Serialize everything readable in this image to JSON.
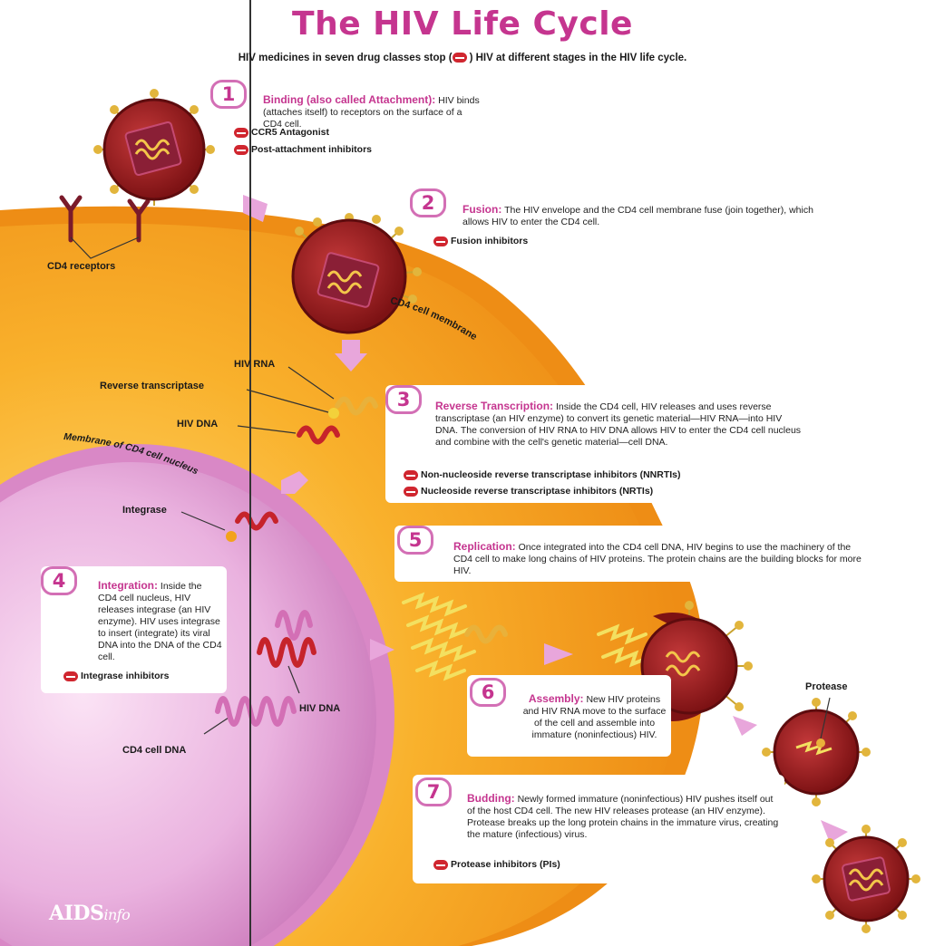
{
  "header": {
    "title": "The HIV Life Cycle",
    "subtitle_pre": "HIV medicines in seven drug classes stop (",
    "subtitle_post": ") HIV at different stages in the HIV life cycle."
  },
  "steps": [
    {
      "number": "1",
      "title": "Binding (also called Attachment):",
      "text": "HIV binds (attaches itself) to receptors on the surface of a CD4 cell.",
      "inhibitors": [
        "CCR5 Antagonist",
        "Post-attachment inhibitors"
      ]
    },
    {
      "number": "2",
      "title": "Fusion:",
      "text": "The HIV envelope and the CD4 cell membrane fuse (join together), which allows HIV to enter the CD4 cell.",
      "inhibitors": [
        "Fusion inhibitors"
      ]
    },
    {
      "number": "3",
      "title": "Reverse Transcription:",
      "text": "Inside the CD4 cell, HIV releases and uses reverse transcriptase (an HIV enzyme) to convert its genetic material—HIV RNA—into HIV DNA. The conversion of HIV RNA to HIV DNA allows HIV to enter the CD4 cell nucleus and combine with the cell's genetic material—cell DNA.",
      "inhibitors": [
        "Non-nucleoside reverse transcriptase inhibitors (NNRTIs)",
        "Nucleoside reverse transcriptase inhibitors (NRTIs)"
      ]
    },
    {
      "number": "4",
      "title": "Integration:",
      "text": "Inside the CD4 cell nucleus, HIV releases integrase (an HIV enzyme). HIV uses integrase to insert (integrate) its viral DNA into the DNA of the CD4 cell.",
      "inhibitors": [
        "Integrase inhibitors"
      ]
    },
    {
      "number": "5",
      "title": "Replication:",
      "text": "Once integrated into the CD4 cell DNA, HIV begins to use the machinery of the CD4 cell to make long chains of HIV proteins. The protein chains are the building blocks for more HIV.",
      "inhibitors": []
    },
    {
      "number": "6",
      "title": "Assembly:",
      "text": "New HIV proteins and HIV RNA move to the surface of the cell and assemble into immature (noninfectious) HIV.",
      "inhibitors": []
    },
    {
      "number": "7",
      "title": "Budding:",
      "text": "Newly formed immature (noninfectious) HIV pushes itself out of the host CD4 cell. The new HIV releases protease (an HIV enzyme). Protease breaks up the long protein chains in the immature virus, creating the mature (infectious) virus.",
      "inhibitors": [
        "Protease inhibitors (PIs)"
      ]
    }
  ],
  "labels": {
    "cd4_receptors": "CD4 receptors",
    "cd4_membrane": "CD4 cell membrane",
    "nucleus_membrane": "Membrane of CD4 cell nucleus",
    "hiv_rna": "HIV RNA",
    "reverse_transcriptase": "Reverse transcriptase",
    "hiv_dna_top": "HIV DNA",
    "integrase": "Integrase",
    "hiv_dna_nucleus": "HIV DNA",
    "cd4_cell_dna": "CD4 cell DNA",
    "protease": "Protease"
  },
  "logo": {
    "main": "AIDS",
    "suffix": "info"
  },
  "colors": {
    "title": "#c5358f",
    "cell_outer": "#f5a21c",
    "cell_inner": "#fbc34d",
    "nucleus": "#e7a0d6",
    "virus": "#9e1c1f",
    "stop": "#d0262f",
    "arrow": "#e8a6db"
  }
}
